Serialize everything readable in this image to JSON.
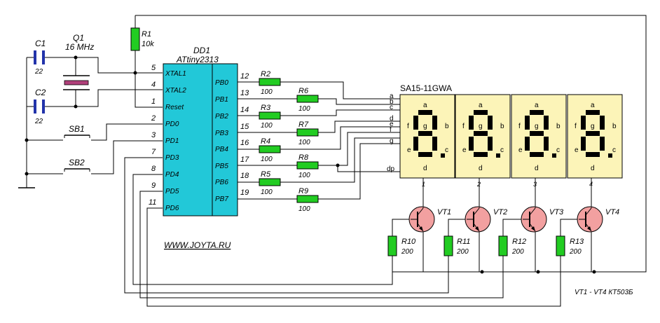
{
  "chip": {
    "ref": "DD1",
    "part": "ATtiny2313",
    "left_pins": [
      {
        "num": "5",
        "name": "XTAL1"
      },
      {
        "num": "4",
        "name": "XTAL2"
      },
      {
        "num": "1",
        "name": "Reset"
      },
      {
        "num": "2",
        "name": "PD0"
      },
      {
        "num": "3",
        "name": "PD1"
      },
      {
        "num": "7",
        "name": "PD3"
      },
      {
        "num": "8",
        "name": "PD4"
      },
      {
        "num": "9",
        "name": "PD5"
      },
      {
        "num": "11",
        "name": "PD6"
      }
    ],
    "right_pins": [
      {
        "num": "12",
        "name": "PB0"
      },
      {
        "num": "13",
        "name": "PB1"
      },
      {
        "num": "14",
        "name": "PB2"
      },
      {
        "num": "15",
        "name": "PB3"
      },
      {
        "num": "16",
        "name": "PB4"
      },
      {
        "num": "17",
        "name": "PB5"
      },
      {
        "num": "18",
        "name": "PB6"
      },
      {
        "num": "19",
        "name": "PB7"
      }
    ]
  },
  "crystal": {
    "ref": "Q1",
    "value": "16 MHz"
  },
  "caps": [
    {
      "ref": "C1",
      "value": "22"
    },
    {
      "ref": "C2",
      "value": "22"
    }
  ],
  "r1": {
    "ref": "R1",
    "value": "10k"
  },
  "switches": [
    {
      "ref": "SB1"
    },
    {
      "ref": "SB2"
    }
  ],
  "seg_resistors": [
    {
      "ref": "R2",
      "value": "100"
    },
    {
      "ref": "R6",
      "value": "100"
    },
    {
      "ref": "R3",
      "value": "100"
    },
    {
      "ref": "R7",
      "value": "100"
    },
    {
      "ref": "R4",
      "value": "100"
    },
    {
      "ref": "R8",
      "value": "100"
    },
    {
      "ref": "R5",
      "value": "100"
    },
    {
      "ref": "R9",
      "value": "100"
    }
  ],
  "display": {
    "ref": "SA15-11GWA",
    "seg_lines": [
      "a",
      "b",
      "c",
      "d",
      "e",
      "f",
      "g",
      "dp"
    ],
    "segments": {
      "a": "a",
      "b": "b",
      "c": "c",
      "d": "d",
      "e": "e",
      "f": "f",
      "g": "g"
    },
    "digits": [
      "1",
      "2",
      "3",
      "4"
    ]
  },
  "transistors": [
    {
      "ref": "VT1"
    },
    {
      "ref": "VT2"
    },
    {
      "ref": "VT3"
    },
    {
      "ref": "VT4"
    }
  ],
  "base_resistors": [
    {
      "ref": "R10",
      "value": "200"
    },
    {
      "ref": "R11",
      "value": "200"
    },
    {
      "ref": "R12",
      "value": "200"
    },
    {
      "ref": "R13",
      "value": "200"
    }
  ],
  "website": "WWW.JOYTA.RU",
  "note": "VT1 - VT4  КТ503Б",
  "colors": {
    "chip": "#22c8d8",
    "display": "#fcf4b8",
    "transistor": "#f2a0a0",
    "resistor": "#22cc22",
    "capacitor": "#2233aa",
    "crystal": "#b0407a"
  }
}
